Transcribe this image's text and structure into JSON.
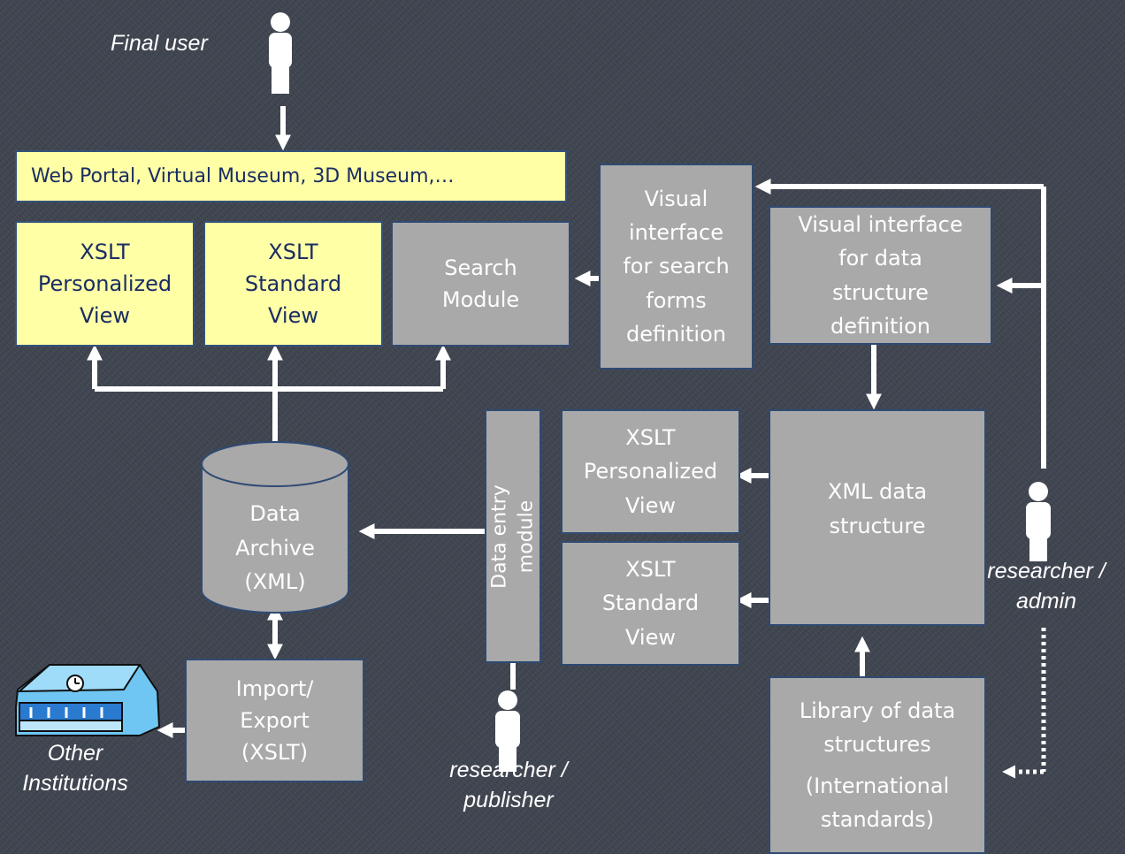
{
  "labels": {
    "final_user": "Final user",
    "researcher_admin": "researcher /\nadmin",
    "researcher_publisher": "researcher /\npublisher",
    "other_institutions": "Other\nInstitutions"
  },
  "nodes": {
    "portal": "Web Portal, Virtual Museum, 3D Museum,…",
    "xslt_personalized_top": "XSLT\nPersonalized\nView",
    "xslt_standard_top": "XSLT\nStandard\nView",
    "search_module": "Search\nModule",
    "visual_search": "Visual\ninterface\nfor search\nforms\ndefinition",
    "visual_data": "Visual interface\nfor data\nstructure\ndefinition",
    "data_archive": "Data\nArchive\n(XML)",
    "data_entry": "Data entry\nmodule",
    "xslt_personalized_mid": "XSLT\nPersonalized\nView",
    "xslt_standard_mid": "XSLT\nStandard\nView",
    "xml_structure": "XML data\nstructure",
    "import_export": "Import/\nExport\n(XSLT)",
    "library_title": "Library of data\nstructures",
    "library_sub": "(International\nstandards)"
  },
  "colors": {
    "background": "#3e444f",
    "yellow_box": "#ffffa6",
    "gray_box": "#a9a9a9",
    "border": "#2f4a73",
    "arrow": "#ffffff"
  }
}
